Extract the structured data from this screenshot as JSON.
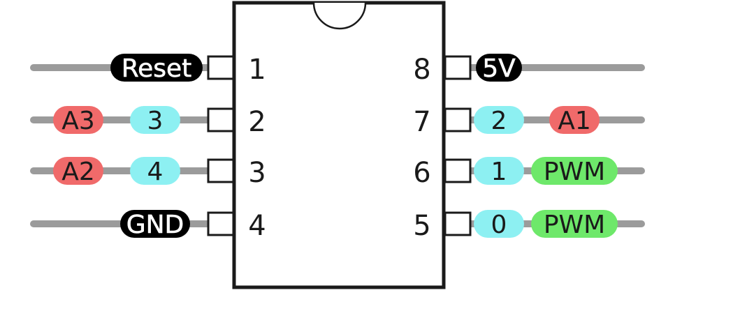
{
  "colors": {
    "wire": "#9b9b9b",
    "chip_outline": "#1a1a1a",
    "pin_number_text": "#1a1a1a",
    "label_black_bg": "#000000",
    "label_black_text": "#ffffff",
    "label_red_bg": "#f06a6a",
    "label_cyan_bg": "#8df0f2",
    "label_green_bg": "#6ee86a",
    "label_dark_text": "#1a1a1a"
  },
  "pins": {
    "left": [
      {
        "number": "1",
        "labels": [
          {
            "text": "Reset",
            "kind": "black"
          }
        ]
      },
      {
        "number": "2",
        "labels": [
          {
            "text": "A3",
            "kind": "red"
          },
          {
            "text": "3",
            "kind": "cyan"
          }
        ]
      },
      {
        "number": "3",
        "labels": [
          {
            "text": "A2",
            "kind": "red"
          },
          {
            "text": "4",
            "kind": "cyan"
          }
        ]
      },
      {
        "number": "4",
        "labels": [
          {
            "text": "GND",
            "kind": "black"
          }
        ]
      }
    ],
    "right": [
      {
        "number": "8",
        "labels": [
          {
            "text": "5V",
            "kind": "black"
          }
        ]
      },
      {
        "number": "7",
        "labels": [
          {
            "text": "2",
            "kind": "cyan"
          },
          {
            "text": "A1",
            "kind": "red"
          }
        ]
      },
      {
        "number": "6",
        "labels": [
          {
            "text": "1",
            "kind": "cyan"
          },
          {
            "text": "PWM",
            "kind": "green"
          }
        ]
      },
      {
        "number": "5",
        "labels": [
          {
            "text": "0",
            "kind": "cyan"
          },
          {
            "text": "PWM",
            "kind": "green"
          }
        ]
      }
    ]
  }
}
